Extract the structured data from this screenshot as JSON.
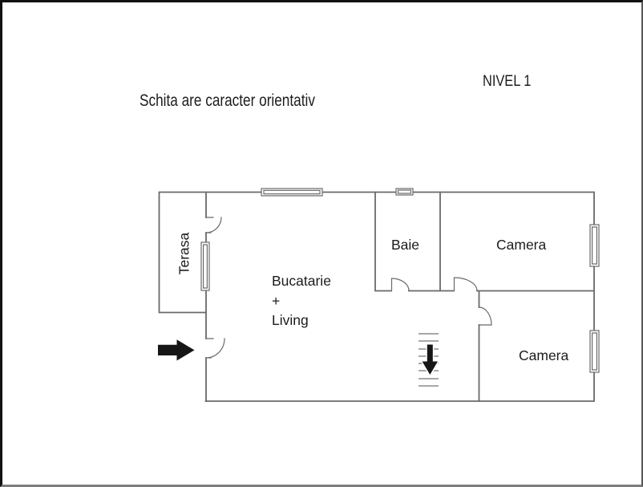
{
  "header": {
    "disclaimer": "Schita are caracter orientativ",
    "level": "NIVEL 1"
  },
  "rooms": {
    "terasa": "Terasa",
    "kitchen_line1": "Bucatarie",
    "kitchen_line2": "+",
    "kitchen_line3": "Living",
    "bathroom": "Baie",
    "bedroom_top": "Camera",
    "bedroom_bottom": "Camera"
  },
  "icons": {
    "entrance": "entrance-right-arrow-icon",
    "stairs": "stairs-down-arrow-icon"
  },
  "colors": {
    "background": "#ffffff",
    "wall": "#6a6a6a",
    "stairs": "#8c8c8c",
    "arrow": "#161616",
    "text": "#1c1c1c"
  }
}
